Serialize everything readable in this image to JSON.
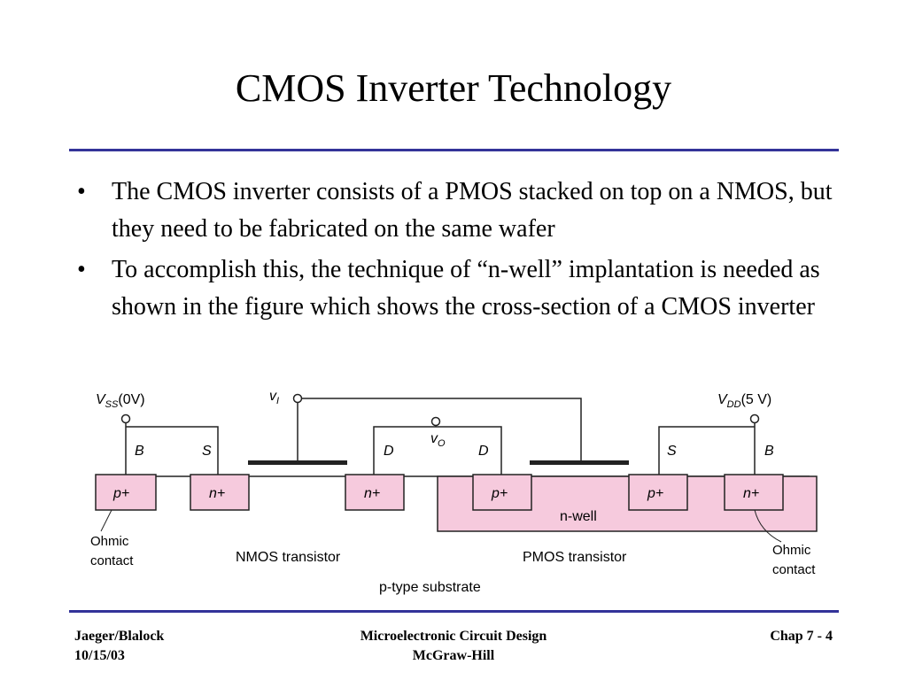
{
  "slide": {
    "title": "CMOS Inverter Technology",
    "bullets": [
      "The CMOS inverter consists of a PMOS stacked on top on a NMOS, but they need to be fabricated on the same wafer",
      "To accomplish this, the technique of “n-well” implantation is needed as shown in the figure which shows the cross-section of a CMOS inverter"
    ],
    "bullet_glyph": "•"
  },
  "figure": {
    "vss": "V",
    "vss_sub": "SS",
    "vss_val": "(0V)",
    "vdd": "V",
    "vdd_sub": "DD",
    "vdd_val": "(5 V)",
    "vi": "v",
    "vi_sub": "I",
    "vo": "v",
    "vo_sub": "O",
    "terminals": [
      "B",
      "S",
      "D",
      "D",
      "S",
      "B"
    ],
    "regions": [
      "p+",
      "n+",
      "n+",
      "p+",
      "p+",
      "n+"
    ],
    "nwell": "n-well",
    "nmos_label": "NMOS transistor",
    "pmos_label": "PMOS transistor",
    "ohmic_left": [
      "Ohmic",
      "contact"
    ],
    "ohmic_right": [
      "Ohmic",
      "contact"
    ],
    "substrate": "p-type substrate",
    "colors": {
      "well": "#f6cadd",
      "line": "#222222"
    }
  },
  "footer": {
    "left": [
      "Jaeger/Blalock",
      "10/15/03"
    ],
    "center": [
      "Microelectronic Circuit Design",
      "McGraw-Hill"
    ],
    "right": "Chap 7 - 4"
  }
}
